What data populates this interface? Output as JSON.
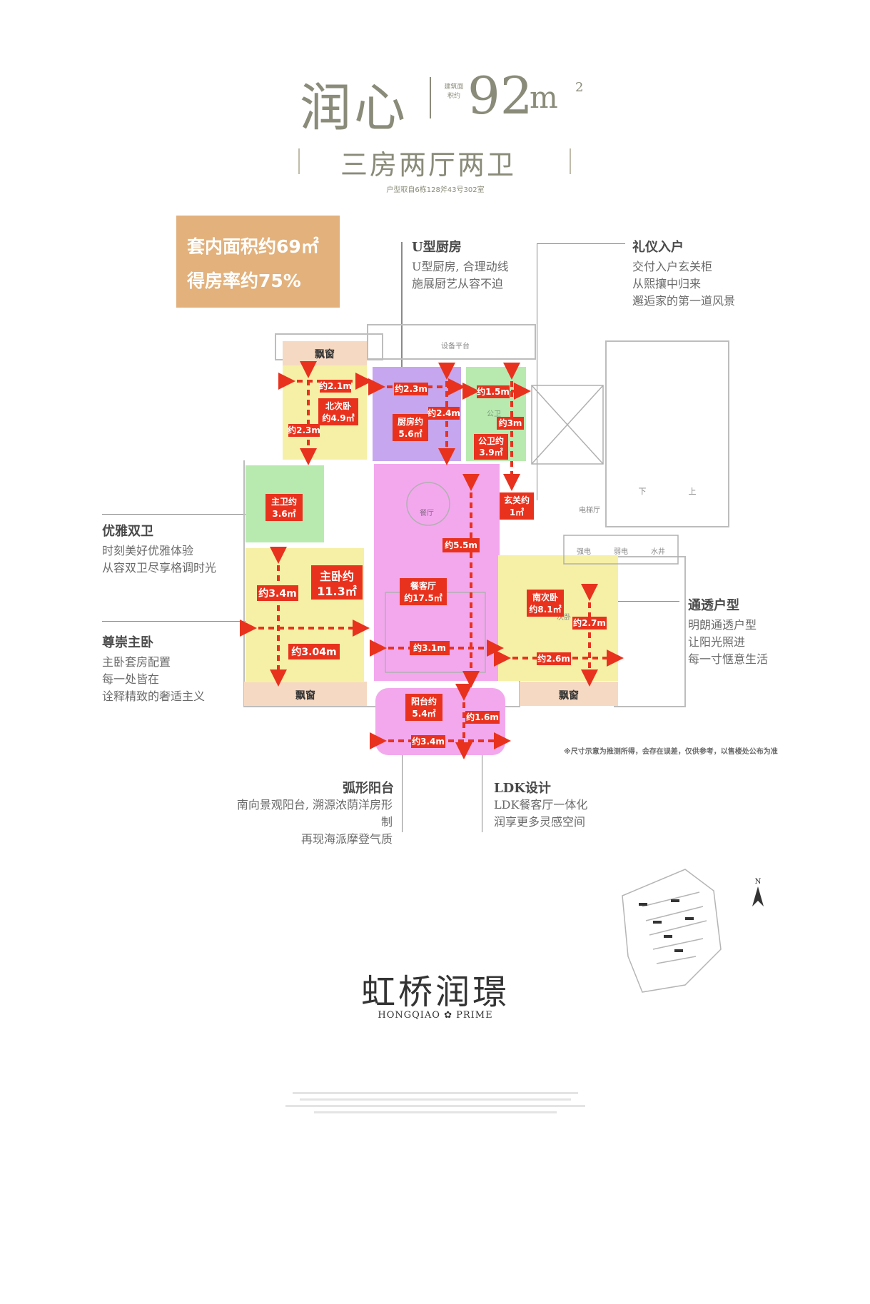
{
  "header": {
    "name": "润心",
    "small_label": "建筑面积约",
    "area_number": "92",
    "area_unit": "m",
    "area_sup": "2",
    "layout": "三房两厅两卫",
    "source_note": "户型取自6栋128斧43号302室"
  },
  "area_box": {
    "line1": "套内面积约69㎡",
    "line2": "得房率约75%"
  },
  "annotations": {
    "kitchen": {
      "title": "U型厨房",
      "lines": [
        "U型厨房, 合理动线",
        "施展厨艺从容不迫"
      ]
    },
    "entry": {
      "title": "礼仪入户",
      "lines": [
        "交付入户玄关柜",
        "从熙攘中归来",
        "邂逅家的第一道风景"
      ]
    },
    "bath": {
      "title": "优雅双卫",
      "lines": [
        "时刻美好优雅体验",
        "从容双卫尽享格调时光"
      ]
    },
    "master": {
      "title": "尊崇主卧",
      "lines": [
        "主卧套房配置",
        "每一处皆在",
        "诠释精致的奢适主义"
      ]
    },
    "through": {
      "title": "通透户型",
      "lines": [
        "明朗通透户型",
        "让阳光照进",
        "每一寸惬意生活"
      ]
    },
    "balcony": {
      "title": "弧形阳台",
      "lines": [
        "南向景观阳台, 溯源浓荫洋房形制",
        "再现海派摩登气质"
      ]
    },
    "ldk": {
      "title": "LDK设计",
      "lines": [
        "LDK餐客厅一体化",
        "润享更多灵感空间"
      ]
    }
  },
  "plan": {
    "bay_window": "飘窗",
    "equipment_platform": "设备平台",
    "elevator_hall": "电梯厅",
    "dining_small": "餐厅",
    "bed_small": "次卧",
    "utility": [
      "强电",
      "弱电",
      "水井"
    ],
    "stairs": [
      "下",
      "上"
    ],
    "rooms": {
      "north_bed": {
        "name": "北次卧",
        "area": "约4.9㎡",
        "w": "约2.1m",
        "h": "约2.3m"
      },
      "kitchen": {
        "name": "厨房约",
        "area": "5.6㎡",
        "w": "约2.3m",
        "h": "约2.4m"
      },
      "public_bath": {
        "name": "公卫约",
        "area": "3.9㎡",
        "w": "约1.5m",
        "h": "约3m",
        "small": "公卫"
      },
      "foyer": {
        "name": "玄关约",
        "area": "1㎡"
      },
      "master_bath": {
        "name": "主卫约",
        "area": "3.6㎡"
      },
      "master_bed": {
        "name": "主卧约",
        "area": "11.3㎡",
        "w": "约3.04m",
        "h": "约3.4m"
      },
      "living": {
        "name": "餐客厅",
        "area": "约17.5㎡",
        "w": "约3.1m",
        "h": "约5.5m"
      },
      "south_bed": {
        "name": "南次卧",
        "area": "约8.1㎡",
        "w": "约2.6m",
        "h": "约2.7m"
      },
      "balcony": {
        "name": "阳台约",
        "area": "5.4㎡",
        "w": "约3.4m",
        "h": "约1.6m"
      }
    }
  },
  "note": "※尺寸示意为推测所得，会存在误差，仅供参考，以售楼处公布为准",
  "brand": {
    "cn": "虹桥润璟",
    "en": "HONGQIAO ✿ PRIME"
  },
  "colors": {
    "title": "#8b8b7a",
    "area_box": "#e2b17c",
    "arrow": "#e8321e",
    "yellow": "#f6f0a6",
    "purple": "#c6a6ee",
    "green": "#b8eab0",
    "pink": "#f3a8ee",
    "bay": "#f6d9c2"
  }
}
